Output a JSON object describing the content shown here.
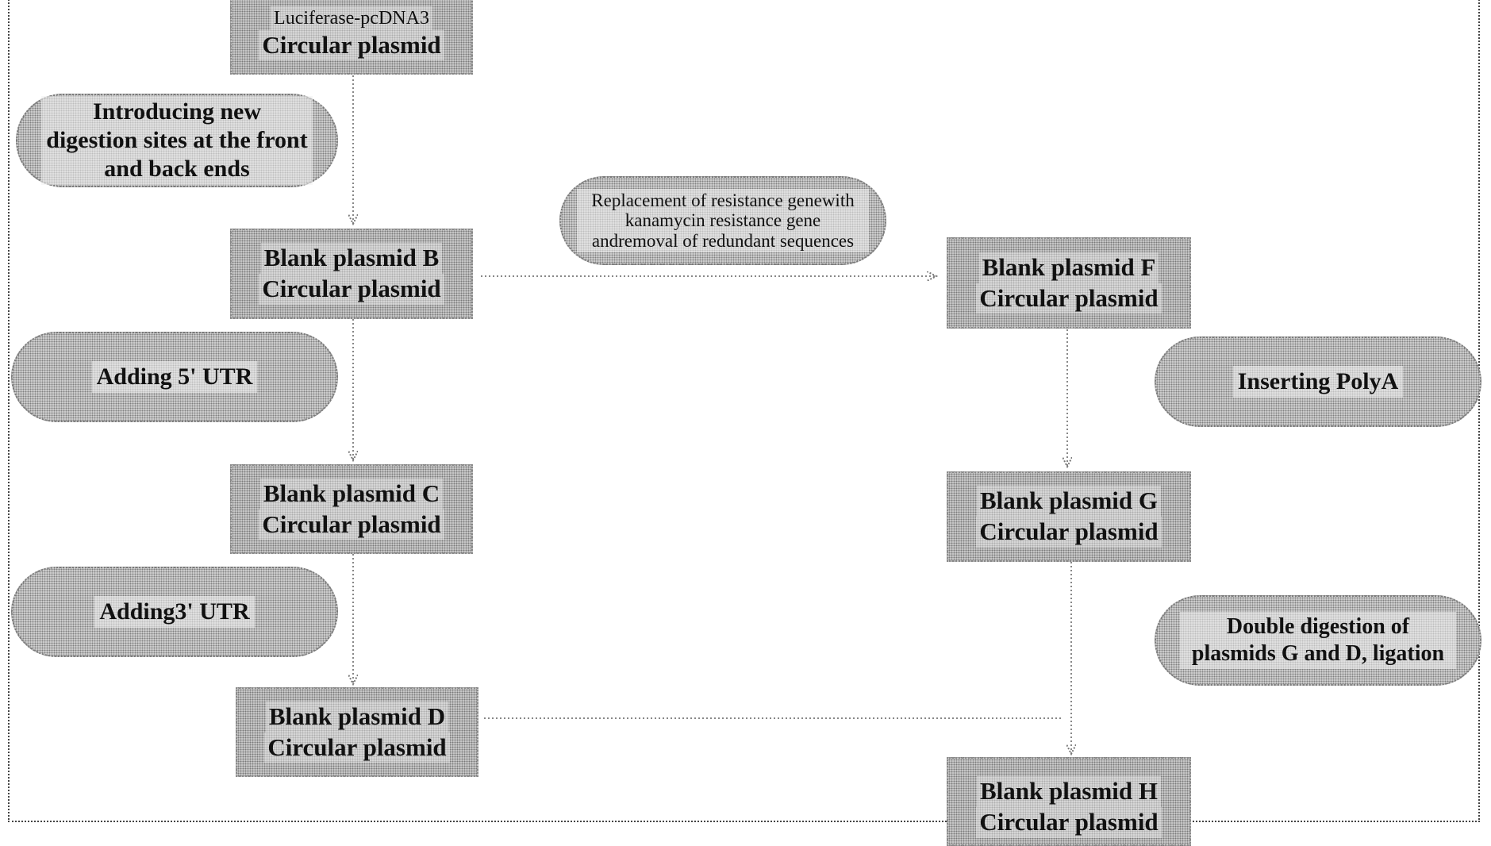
{
  "nodes": {
    "a": {
      "line1": "Luciferase-pcDNA3",
      "line2": "Circular plasmid"
    },
    "b": {
      "line1": "Blank plasmid B",
      "line2": "Circular plasmid"
    },
    "c": {
      "line1": "Blank plasmid C",
      "line2": "Circular plasmid"
    },
    "d": {
      "line1": "Blank plasmid D",
      "line2": "Circular plasmid"
    },
    "f": {
      "line1": "Blank plasmid F",
      "line2": "Circular plasmid"
    },
    "g": {
      "line1": "Blank plasmid G",
      "line2": "Circular plasmid"
    },
    "h": {
      "line1": "Blank plasmid H",
      "line2": "Circular plasmid"
    }
  },
  "steps": {
    "introduce_sites": "Introducing new digestion sites at the front and back ends",
    "add_5utr": "Adding 5' UTR",
    "add_3utr": "Adding3' UTR",
    "replace_resistance": "Replacement of resistance genewith kanamycin resistance gene andremoval of redundant sequences",
    "insert_polya": "Inserting PolyA",
    "double_digestion": "Double digestion of plasmids G and D, ligation"
  }
}
